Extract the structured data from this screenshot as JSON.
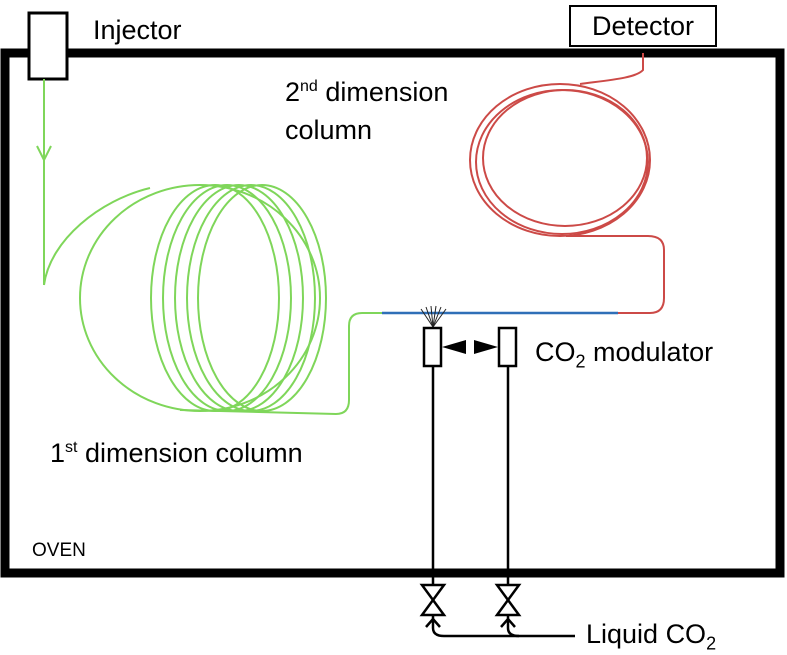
{
  "labels": {
    "injector": "Injector",
    "detector": "Detector",
    "second_dim": {
      "number": "2",
      "sup": "nd",
      "line1": " dimension",
      "line2": "column"
    },
    "first_dim": {
      "number": "1",
      "sup": "st",
      "text": " dimension column"
    },
    "modulator": {
      "prefix": "CO",
      "sub": "2",
      "text": " modulator"
    },
    "oven": "OVEN",
    "liquid": {
      "prefix": "Liquid CO",
      "sub": "2"
    }
  },
  "colors": {
    "oven_wall": "#000000",
    "first_column": "#7fd65a",
    "second_column": "#cc4a47",
    "modulation_segment": "#2f6fb7",
    "co2_lines": "#000000"
  }
}
